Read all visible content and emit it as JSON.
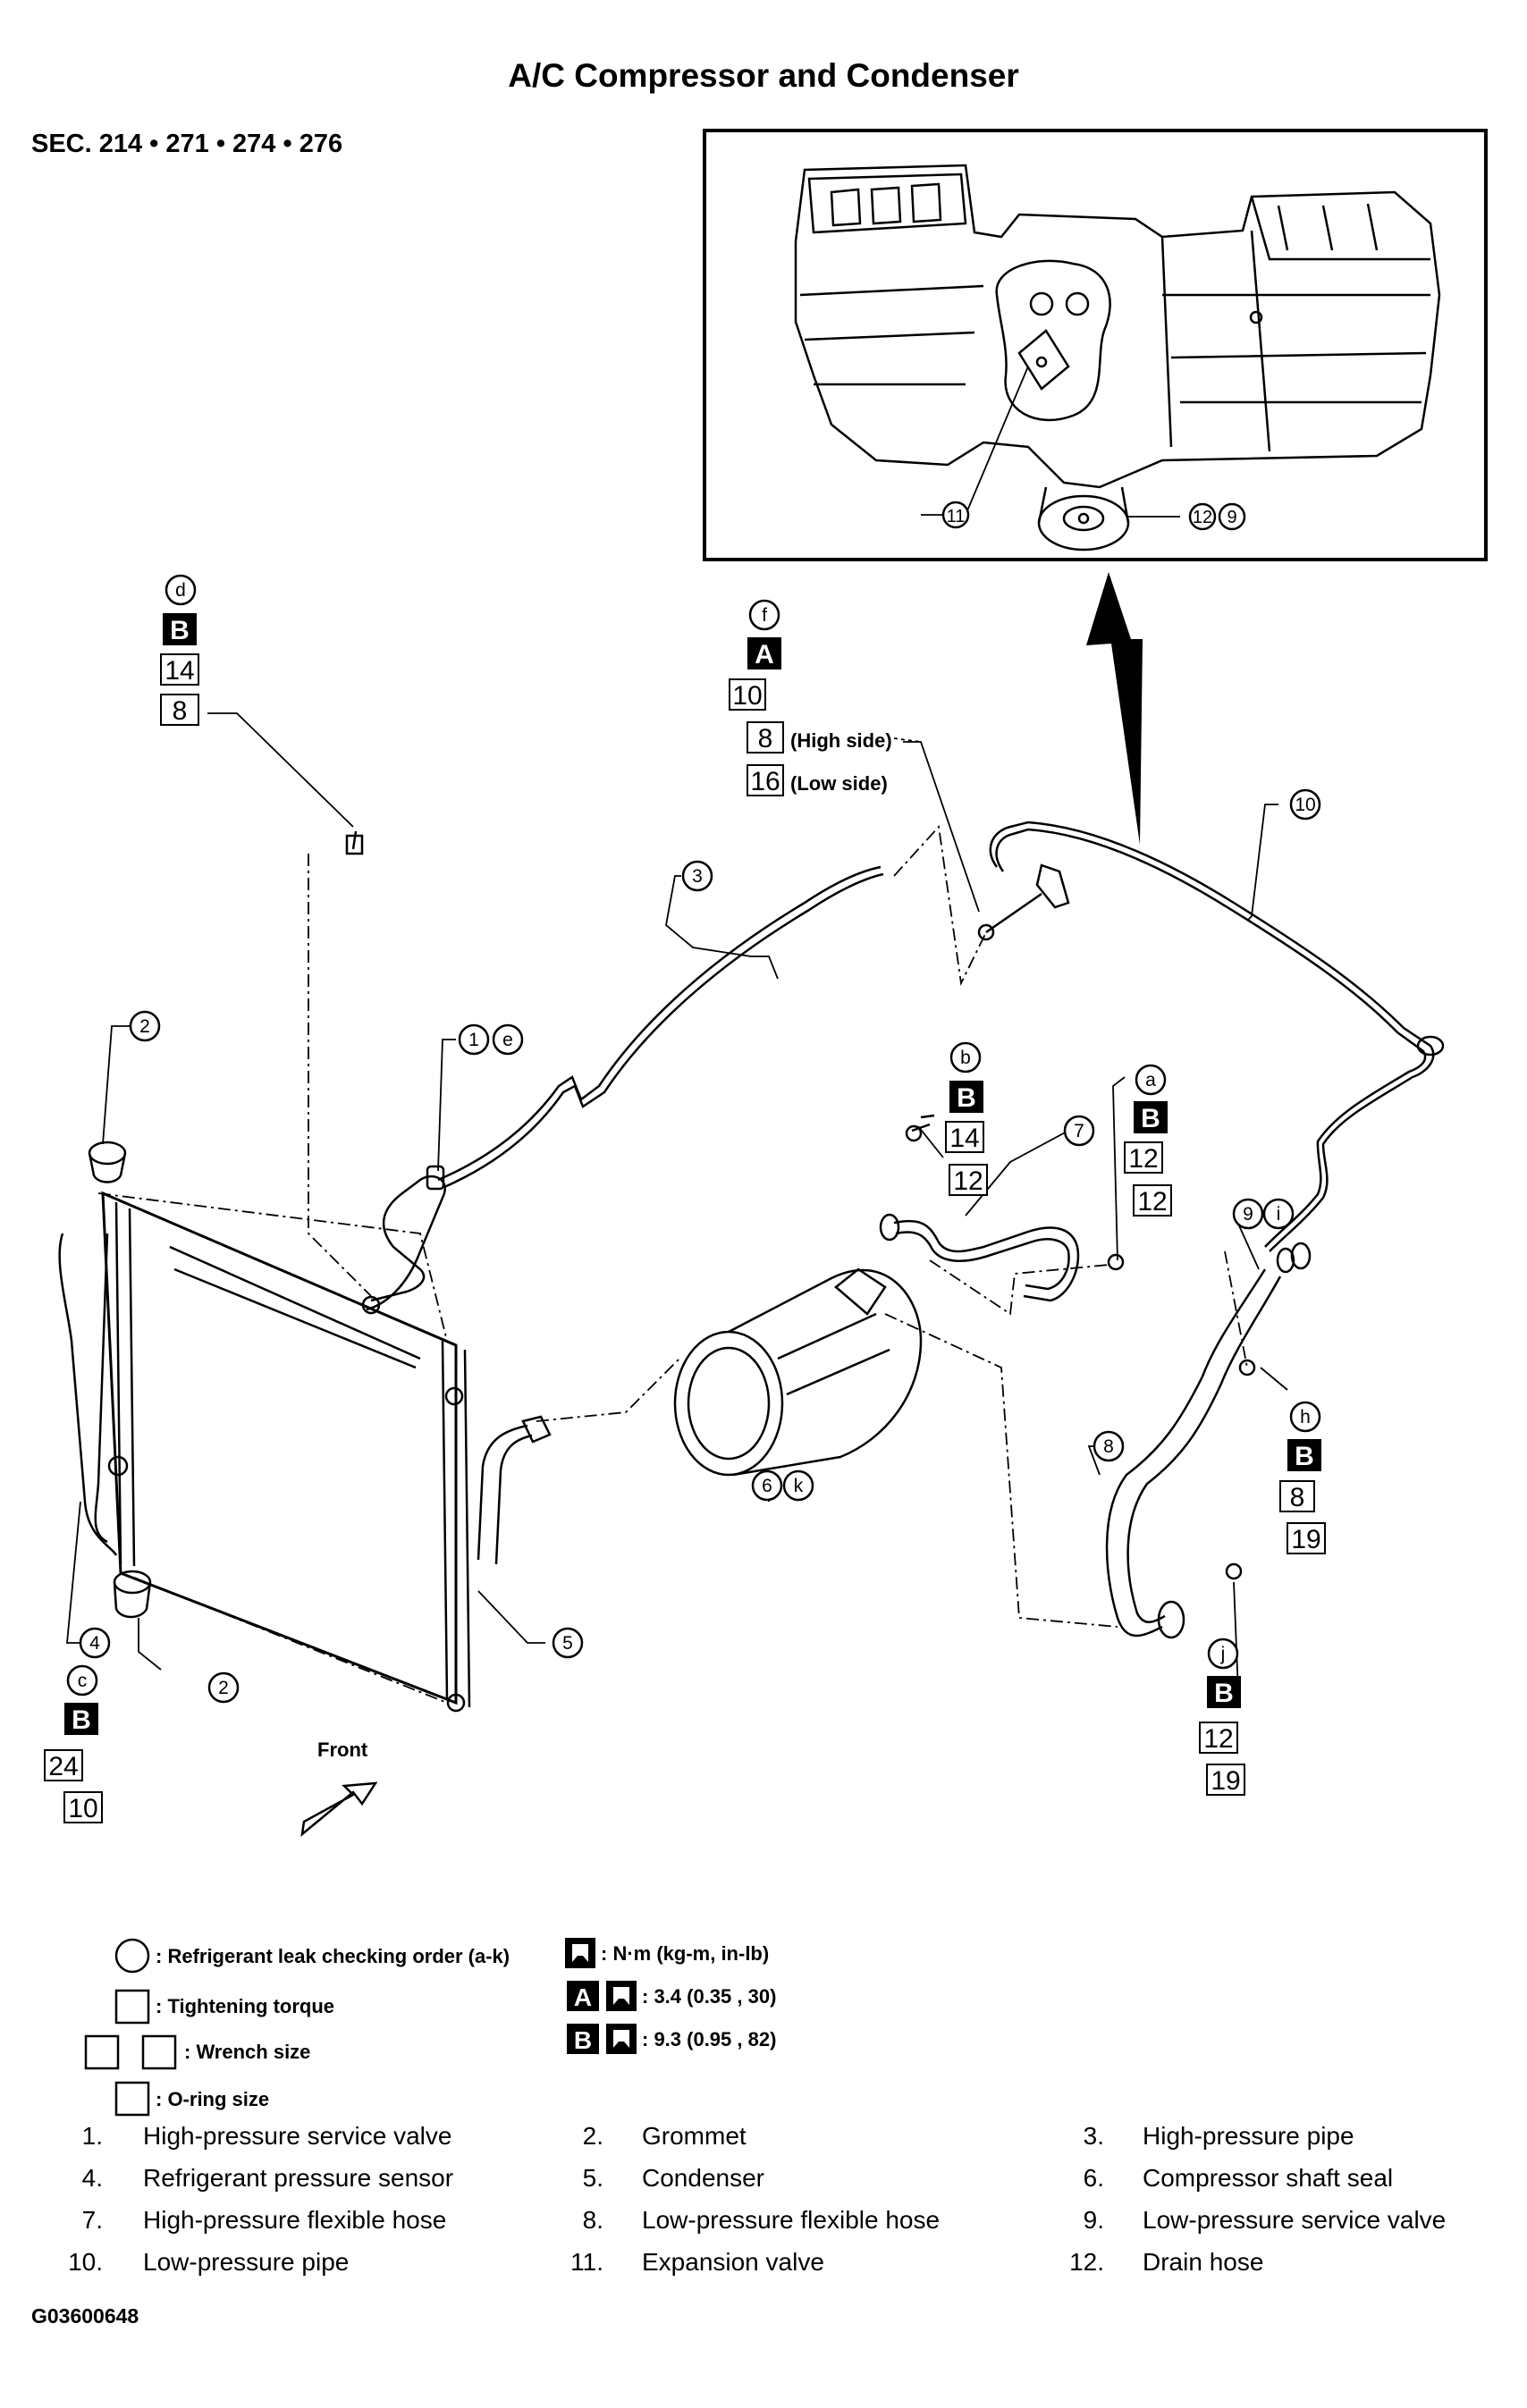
{
  "title": "A/C Compressor and Condenser",
  "section": "SEC. 214 • 271 • 274 • 276",
  "figure_id": "G03600648",
  "front_label": "Front",
  "callouts": {
    "inset_11": "11",
    "inset_12": "12",
    "inset_9": "9",
    "c1": "1",
    "c2a": "2",
    "c2b": "2",
    "c3": "3",
    "c4": "4",
    "c5": "5",
    "c6": "6",
    "c7": "7",
    "c8": "8",
    "c9": "9",
    "c10": "10"
  },
  "leak_order": {
    "a": "a",
    "b": "b",
    "c": "c",
    "d": "d",
    "e": "e",
    "f": "f",
    "h": "h",
    "i": "i",
    "j": "j",
    "k": "k"
  },
  "specs": {
    "d": {
      "torque_class": "B",
      "wrench": "14",
      "oring": "8"
    },
    "f": {
      "torque_class": "A",
      "wrench": "10",
      "oring_high": "8",
      "oring_high_note": "(High side)",
      "oring_low": "16",
      "oring_low_note": "(Low side)"
    },
    "b": {
      "torque_class": "B",
      "wrench": "14",
      "oring": "12"
    },
    "a": {
      "torque_class": "B",
      "wrench": "12",
      "oring": "12"
    },
    "h": {
      "torque_class": "B",
      "wrench": "8",
      "oring": "19"
    },
    "j": {
      "torque_class": "B",
      "wrench": "12",
      "oring": "19"
    },
    "c": {
      "torque_class": "B",
      "wrench": "24",
      "oring": "10"
    }
  },
  "legend": {
    "leak_order": ": Refrigerant leak checking order (a-k)",
    "tightening_torque": ": Tightening torque",
    "wrench_size": ": Wrench size",
    "oring_size": ": O-ring size",
    "units": ": N·m (kg-m, in-lb)",
    "torque_a_key": "A",
    "torque_a": ": 3.4 (0.35 , 30)",
    "torque_b_key": "B",
    "torque_b": ": 9.3 (0.95 , 82)"
  },
  "parts": [
    {
      "num": "1.",
      "label": "High-pressure service valve"
    },
    {
      "num": "2.",
      "label": "Grommet"
    },
    {
      "num": "3.",
      "label": "High-pressure pipe"
    },
    {
      "num": "4.",
      "label": "Refrigerant pressure sensor"
    },
    {
      "num": "5.",
      "label": "Condenser"
    },
    {
      "num": "6.",
      "label": "Compressor shaft seal"
    },
    {
      "num": "7.",
      "label": "High-pressure flexible hose"
    },
    {
      "num": "8.",
      "label": "Low-pressure flexible hose"
    },
    {
      "num": "9.",
      "label": "Low-pressure service valve"
    },
    {
      "num": "10.",
      "label": "Low-pressure pipe"
    },
    {
      "num": "11.",
      "label": "Expansion valve"
    },
    {
      "num": "12.",
      "label": "Drain hose"
    }
  ]
}
